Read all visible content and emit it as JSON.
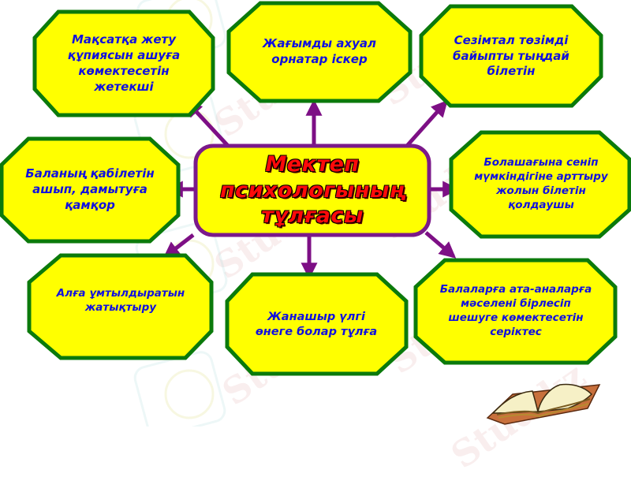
{
  "diagram": {
    "colors": {
      "node_fill": "#ffff00",
      "node_border": "#0b7a0b",
      "node_text": "#1010e0",
      "center_fill": "#ffff00",
      "center_border": "#7b1a8a",
      "center_text": "#ff0a0a",
      "arrow": "#7d0f85"
    },
    "center": {
      "lines": [
        "Мектеп",
        "психологының",
        "тұлғасы"
      ]
    },
    "nodes": [
      {
        "id": "top-left",
        "lines": [
          "Мақсатқа жету",
          "құпиясын ашуға",
          "көмектесетін",
          "жетекші"
        ]
      },
      {
        "id": "top-center",
        "lines": [
          "Жағымды ахуал",
          "орнатар іскер"
        ]
      },
      {
        "id": "top-right",
        "lines": [
          "Сезімтал төзімді",
          "байыпты тыңдай",
          "білетін"
        ]
      },
      {
        "id": "middle-left",
        "lines": [
          "Баланың қабілетін",
          "ашып, дамытуға",
          "қамқор"
        ]
      },
      {
        "id": "middle-right",
        "lines": [
          "Болашағына сеніп",
          "мүмкіндігіне арттыру",
          "жолын білетін",
          "қолдаушы"
        ]
      },
      {
        "id": "bottom-left",
        "lines": [
          "Алға ұмтылдыратын",
          "жатықтыру"
        ]
      },
      {
        "id": "bottom-center",
        "lines": [
          "Жанашыр үлгі",
          "өнеге болар тұлға"
        ]
      },
      {
        "id": "bottom-right",
        "lines": [
          "Балаларға ата-аналарға",
          "мәселені бірлесіп",
          "шешуге көмектесетін",
          "серіктес"
        ]
      }
    ],
    "decoration": {
      "icon": "open-book-icon"
    },
    "watermark": "Stud.kz"
  }
}
